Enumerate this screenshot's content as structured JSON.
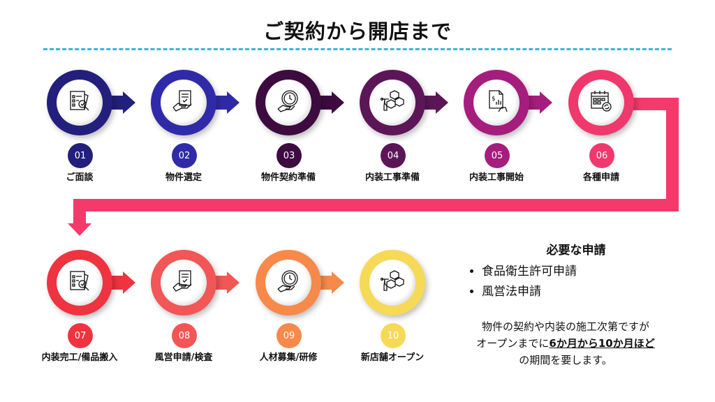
{
  "title": "ご契約から開店まで",
  "steps": [
    {
      "num": "01",
      "label": "ご面談",
      "color": "#231f7c",
      "icon": "document-search-icon"
    },
    {
      "num": "02",
      "label": "物件選定",
      "color": "#2f2ba8",
      "icon": "hand-document-icon"
    },
    {
      "num": "03",
      "label": "物件契約準備",
      "color": "#3d0b40",
      "icon": "hand-clock-icon"
    },
    {
      "num": "04",
      "label": "内装工事準備",
      "color": "#5c1658",
      "icon": "design-cubes-icon"
    },
    {
      "num": "05",
      "label": "内装工事開始",
      "color": "#a51d7d",
      "icon": "invoice-hand-icon"
    },
    {
      "num": "06",
      "label": "各種申請",
      "color": "#ef386c",
      "icon": "calendar-refresh-icon"
    },
    {
      "num": "07",
      "label": "内装完工/備品搬入",
      "color": "#ef3340",
      "icon": "document-search-icon"
    },
    {
      "num": "08",
      "label": "風営申請/検査",
      "color": "#f25656",
      "icon": "hand-document-icon"
    },
    {
      "num": "09",
      "label": "人材募集/研修",
      "color": "#f7894a",
      "icon": "hand-clock-icon"
    },
    {
      "num": "10",
      "label": "新店舗オープン",
      "color": "#f6d957",
      "icon": "design-cubes-icon"
    }
  ],
  "connector_color": "#f43a6a",
  "requirements": {
    "title": "必要な申請",
    "items": [
      "食品衛生許可申請",
      "風営法申請"
    ]
  },
  "note": {
    "line1": "物件の契約や内装の施工次第ですが",
    "line2_prefix": "オープンまでに",
    "line2_emphasis": "6か月から10か月ほど",
    "line3": "の期間を要します。"
  }
}
